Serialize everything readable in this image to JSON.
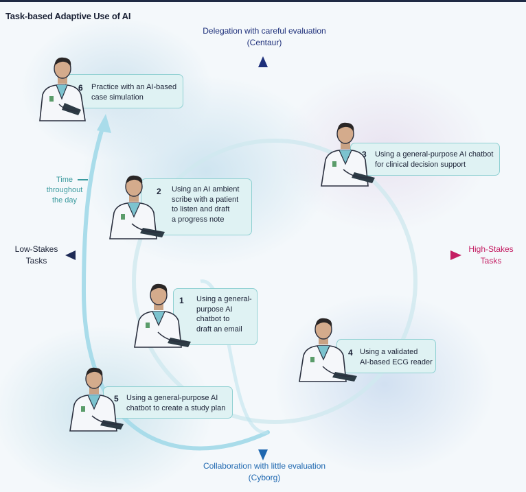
{
  "title": "Task-based Adaptive Use of AI",
  "axes": {
    "top": [
      "Delegation with careful evaluation",
      "(Centaur)"
    ],
    "bottom": [
      "Collaboration with little evaluation",
      "(Cyborg)"
    ],
    "left": [
      "Low-Stakes",
      "Tasks"
    ],
    "right": [
      "High-Stakes",
      "Tasks"
    ]
  },
  "time_label": [
    "Time",
    "throughout",
    "the day"
  ],
  "tasks": [
    {
      "number": "1",
      "lines": [
        "Using a general-",
        "purpose AI",
        "chatbot to",
        "draft an email"
      ]
    },
    {
      "number": "2",
      "lines": [
        "Using an AI ambient",
        "scribe with a patient",
        "to listen and draft",
        "a progress note"
      ]
    },
    {
      "number": "3",
      "lines": [
        "Using a general-purpose AI chatbot",
        "for clinical decision support"
      ]
    },
    {
      "number": "4",
      "lines": [
        "Using a validated",
        "AI-based ECG reader"
      ]
    },
    {
      "number": "5",
      "lines": [
        "Using a general-purpose AI",
        "chatbot to create a study plan"
      ]
    },
    {
      "number": "6",
      "lines": [
        "Practice with an AI-based",
        "case simulation"
      ]
    }
  ],
  "colors": {
    "navy": "#1d2f7a",
    "magenta": "#c41e63",
    "teal": "#8fd0d2",
    "cycle": "#a9dcea"
  },
  "icons": [
    "doctor-with-tablet-icon"
  ]
}
